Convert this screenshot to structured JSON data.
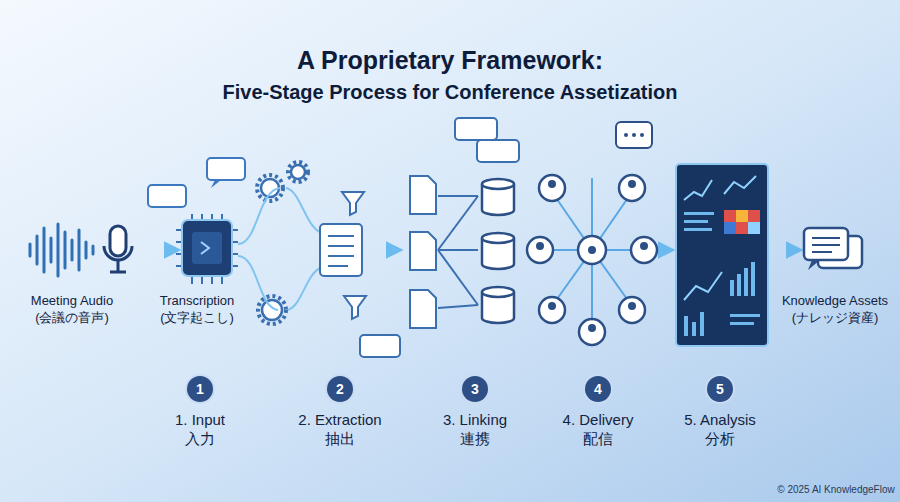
{
  "diagram": {
    "title": "A Proprietary Framework:",
    "nodes": [
      {
        "text": [
          "1",
          "1. Input",
          "入力"
        ]
      },
      {
        "text": [
          "2",
          "2. Extraction",
          "抽出"
        ]
      },
      {
        "text": [
          "3",
          "3. Linking",
          "連携"
        ]
      },
      {
        "text": [
          "4",
          "4. Delivery",
          "配信"
        ]
      },
      {
        "text": [
          "5",
          "5. Analysis",
          "分析"
        ]
      }
    ],
    "labels": [
      "Five-Stage Process for Conference Assetization",
      "Meeting Audio",
      "(会議の音声)",
      "Transcription",
      "(文字起こし)",
      "Knowledge Assets",
      "(ナレッジ資産)",
      "© 2025 AI KnowledgeFlow"
    ]
  }
}
